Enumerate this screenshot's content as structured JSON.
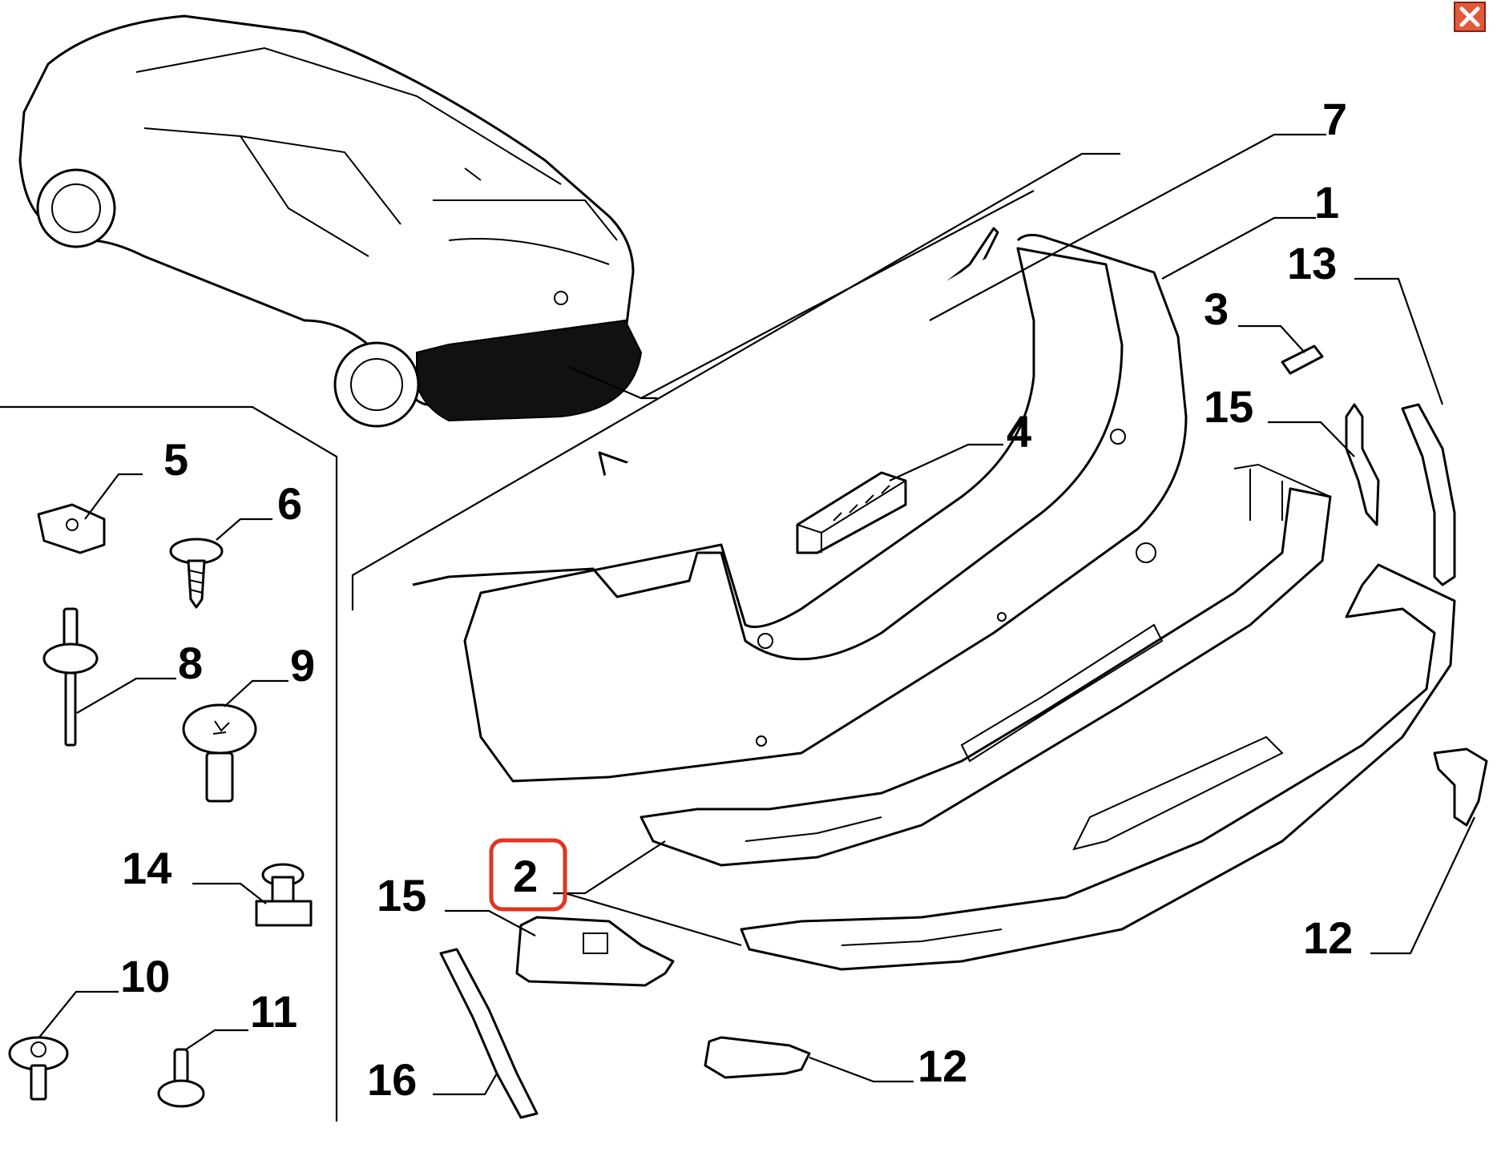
{
  "viewer": {
    "close_icon": "close-icon",
    "close_color": "#e05a3a"
  },
  "highlight": {
    "callout": "2",
    "color": "#e0351f"
  },
  "callouts": [
    {
      "id": "callout-7",
      "text": "7"
    },
    {
      "id": "callout-1",
      "text": "1"
    },
    {
      "id": "callout-13",
      "text": "13"
    },
    {
      "id": "callout-3",
      "text": "3"
    },
    {
      "id": "callout-15-right",
      "text": "15"
    },
    {
      "id": "callout-4",
      "text": "4"
    },
    {
      "id": "callout-5",
      "text": "5"
    },
    {
      "id": "callout-6",
      "text": "6"
    },
    {
      "id": "callout-8",
      "text": "8"
    },
    {
      "id": "callout-9",
      "text": "9"
    },
    {
      "id": "callout-14",
      "text": "14"
    },
    {
      "id": "callout-10",
      "text": "10"
    },
    {
      "id": "callout-11",
      "text": "11"
    },
    {
      "id": "callout-2",
      "text": "2"
    },
    {
      "id": "callout-15-left",
      "text": "15"
    },
    {
      "id": "callout-16",
      "text": "16"
    },
    {
      "id": "callout-12-right",
      "text": "12"
    },
    {
      "id": "callout-12-bottom",
      "text": "12"
    }
  ]
}
